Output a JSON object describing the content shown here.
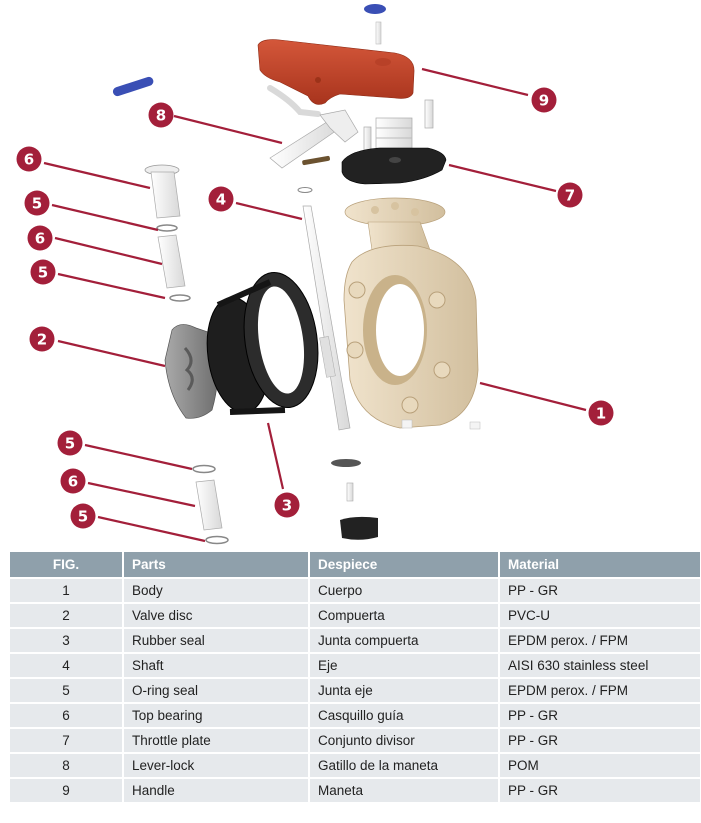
{
  "diagram": {
    "title": "Butterfly valve exploded view",
    "badge_color": "#a31f3a",
    "callouts": [
      {
        "label": "9",
        "part": "Handle"
      },
      {
        "label": "8",
        "part": "Lever-lock"
      },
      {
        "label": "7",
        "part": "Throttle plate"
      },
      {
        "label": "6",
        "part": "Top bearing"
      },
      {
        "label": "5",
        "part": "O-ring seal"
      },
      {
        "label": "6",
        "part": "Top bearing"
      },
      {
        "label": "5",
        "part": "O-ring seal"
      },
      {
        "label": "4",
        "part": "Shaft"
      },
      {
        "label": "2",
        "part": "Valve disc"
      },
      {
        "label": "1",
        "part": "Body"
      },
      {
        "label": "5",
        "part": "O-ring seal"
      },
      {
        "label": "6",
        "part": "Top bearing"
      },
      {
        "label": "3",
        "part": "Rubber seal"
      },
      {
        "label": "5",
        "part": "O-ring seal"
      }
    ],
    "part_colors": {
      "handle": "#c5482b",
      "body": "#e6d6bb",
      "rubber": "#2a2a2a",
      "disc": "#8d8d8d",
      "pin": "#3a4fb5",
      "white_part": "#f4f4f4"
    }
  },
  "table": {
    "header_color": "#8fa0ab",
    "row_color": "#e6e9ec",
    "columns": [
      "FIG.",
      "Parts",
      "Despiece",
      "Material"
    ],
    "rows": [
      {
        "fig": "1",
        "part": "Body",
        "despiece": "Cuerpo",
        "material": "PP - GR"
      },
      {
        "fig": "2",
        "part": "Valve disc",
        "despiece": "Compuerta",
        "material": "PVC-U"
      },
      {
        "fig": "3",
        "part": "Rubber seal",
        "despiece": "Junta compuerta",
        "material": "EPDM perox. / FPM"
      },
      {
        "fig": "4",
        "part": "Shaft",
        "despiece": "Eje",
        "material": "AISI 630 stainless steel"
      },
      {
        "fig": "5",
        "part": "O-ring seal",
        "despiece": "Junta eje",
        "material": "EPDM perox. / FPM"
      },
      {
        "fig": "6",
        "part": "Top bearing",
        "despiece": "Casquillo guía",
        "material": "PP - GR"
      },
      {
        "fig": "7",
        "part": "Throttle plate",
        "despiece": "Conjunto divisor",
        "material": "PP - GR"
      },
      {
        "fig": "8",
        "part": "Lever-lock",
        "despiece": "Gatillo de la maneta",
        "material": "POM"
      },
      {
        "fig": "9",
        "part": "Handle",
        "despiece": "Maneta",
        "material": "PP - GR"
      }
    ]
  }
}
